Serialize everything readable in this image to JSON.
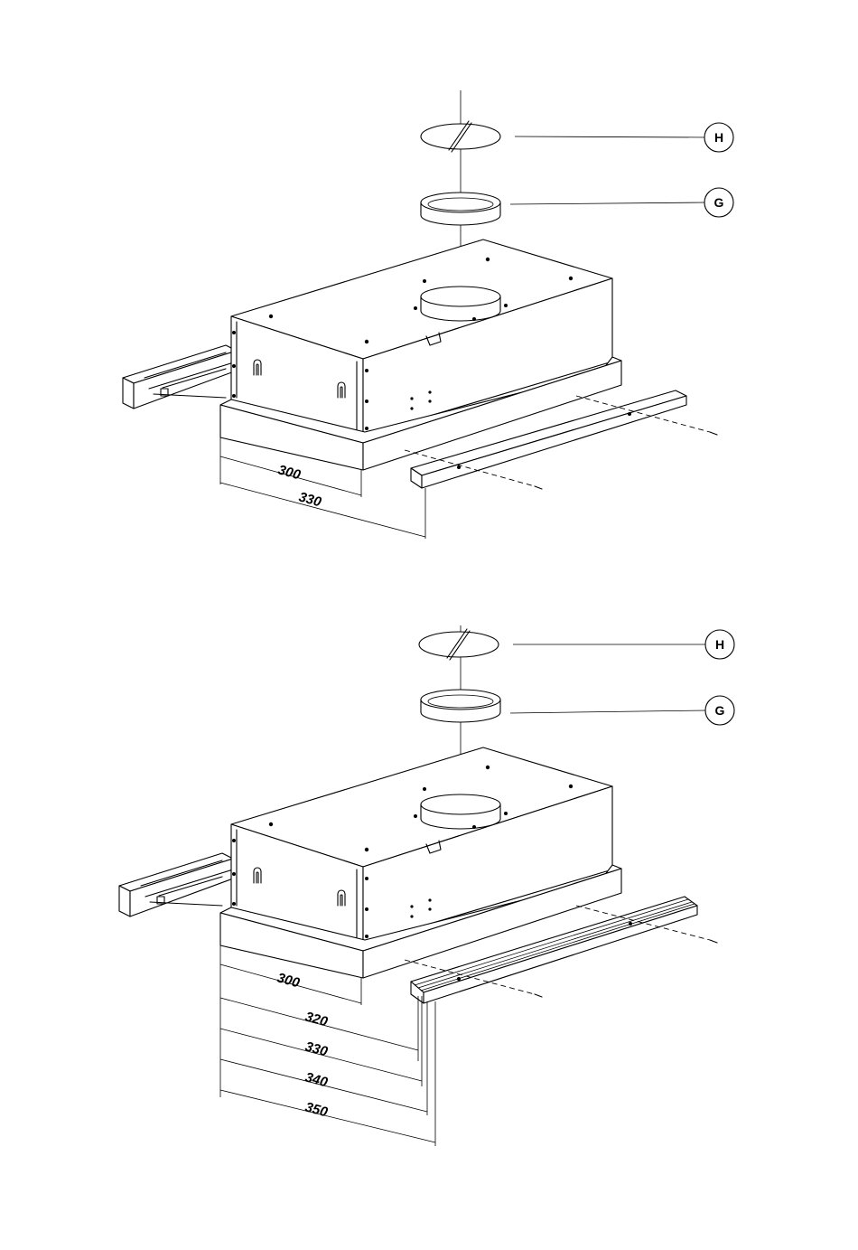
{
  "top": {
    "callouts": {
      "h": "H",
      "g": "G"
    },
    "dimensions": [
      "300",
      "330"
    ]
  },
  "bottom": {
    "callouts": {
      "h": "H",
      "g": "G"
    },
    "dimensions": [
      "300",
      "320",
      "330",
      "340",
      "350"
    ]
  }
}
